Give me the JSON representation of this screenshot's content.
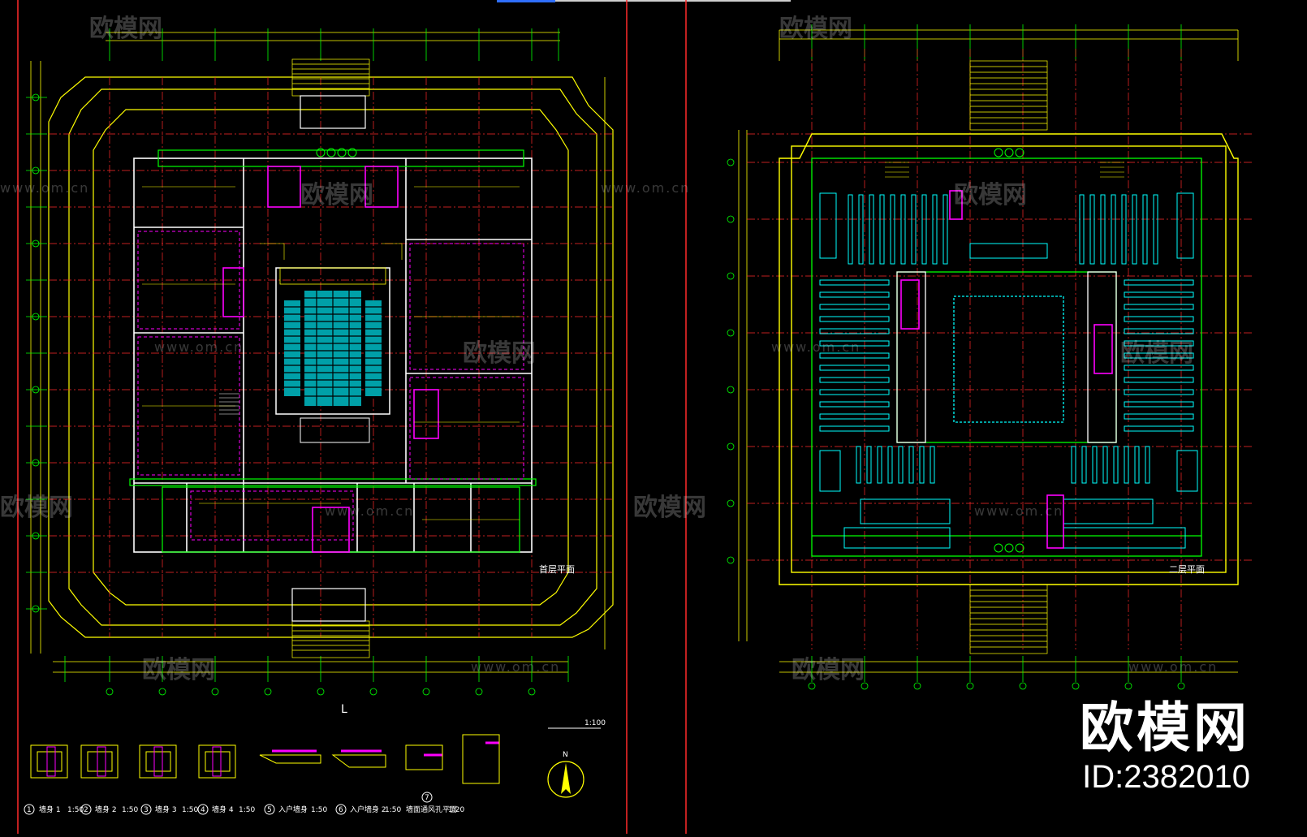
{
  "brand": {
    "name": "欧模网",
    "id": "ID:2382010"
  },
  "watermark": {
    "text": "欧模网",
    "url": "www.om.cn"
  },
  "left_sheet": {
    "title": "首层平面",
    "scale": "1:100",
    "details": [
      {
        "num": "1",
        "label": "墙身 1",
        "scale": "1:50"
      },
      {
        "num": "2",
        "label": "墙身 2",
        "scale": "1:50"
      },
      {
        "num": "3",
        "label": "墙身 3",
        "scale": "1:50"
      },
      {
        "num": "4",
        "label": "墙身 4",
        "scale": "1:50"
      },
      {
        "num": "5",
        "label": "入户墙身",
        "scale": "1:50"
      },
      {
        "num": "6",
        "label": "入户墙身 2",
        "scale": "1:50"
      },
      {
        "num": "7",
        "label": "墙面通风孔平面",
        "scale": "1:20"
      }
    ],
    "north": "N"
  },
  "right_sheet": {
    "title": "二层平面"
  },
  "colors": {
    "background": "#000000",
    "yellow": "#ffff00",
    "green": "#00ff00",
    "red": "#ff2a2a",
    "magenta": "#ff00ff",
    "cyan": "#00ffff",
    "white": "#ffffff"
  }
}
